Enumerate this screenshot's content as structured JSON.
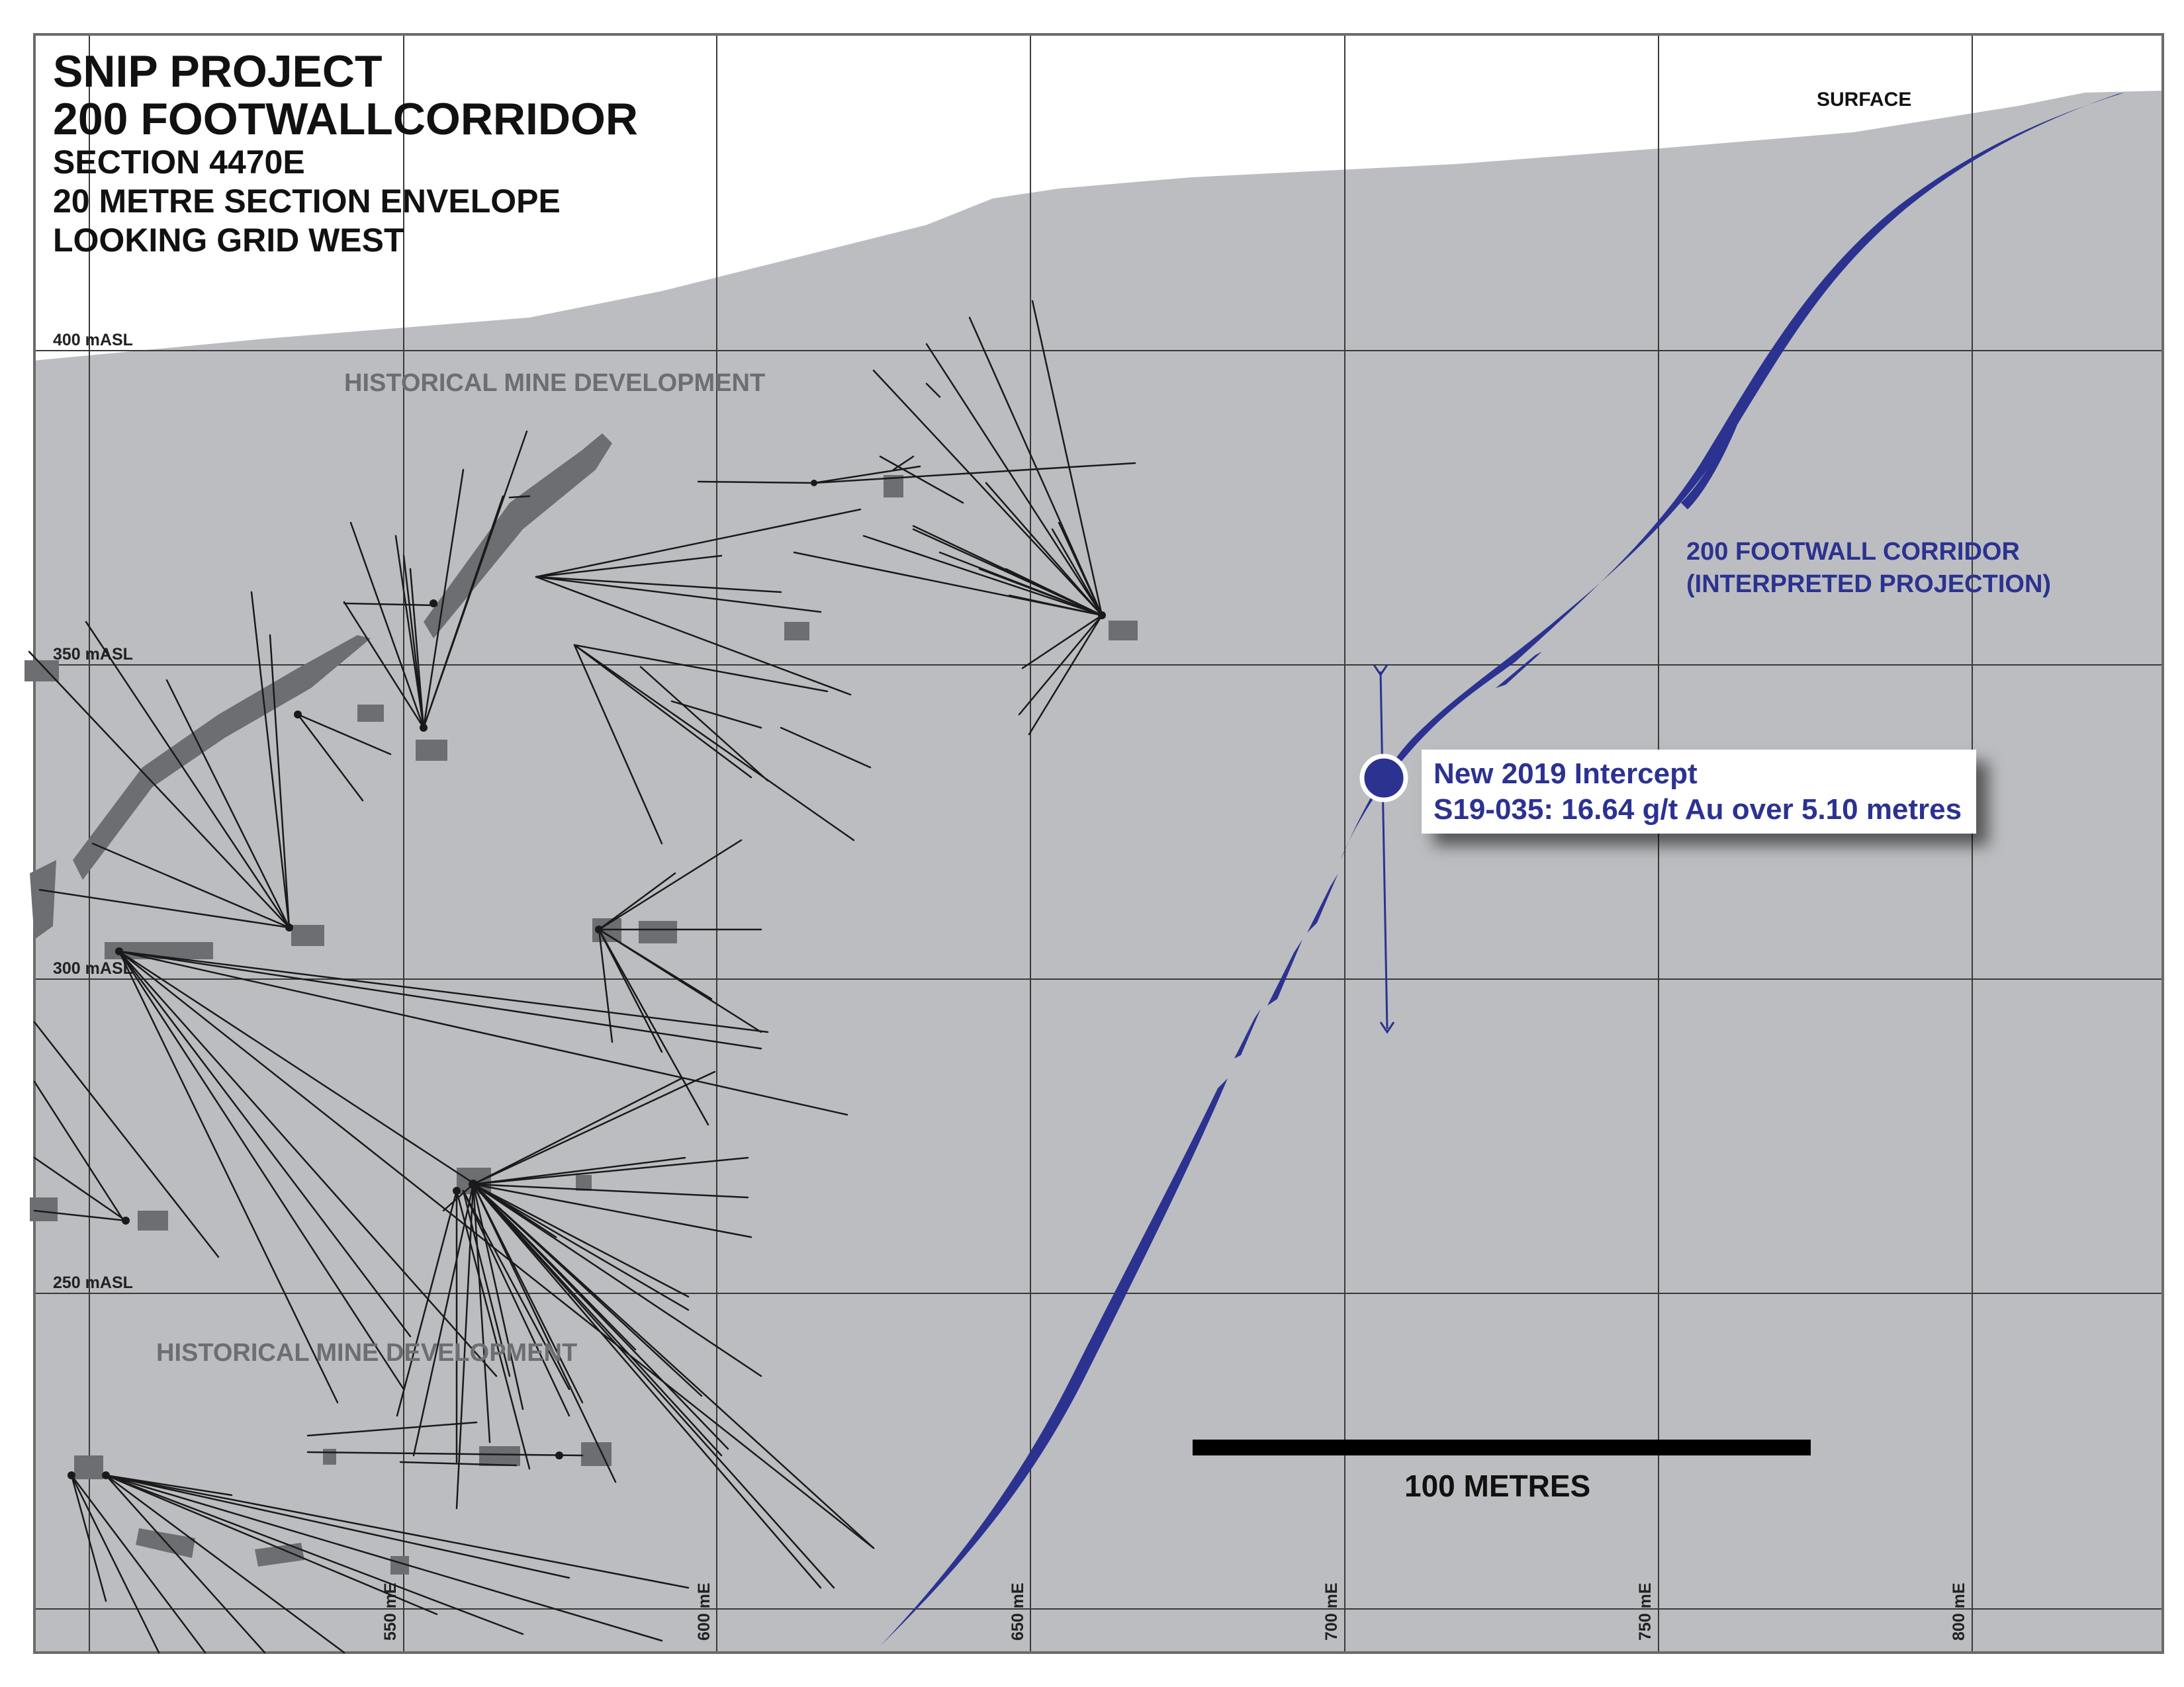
{
  "title": {
    "line1": "SNIP PROJECT",
    "line2": "200 FOOTWALLCORRIDOR",
    "line3": "SECTION 4470E",
    "line4": "20 METRE SECTION ENVELOPE",
    "line5": "LOOKING GRID WEST"
  },
  "labels": {
    "surface": "SURFACE",
    "historical_upper": "HISTORICAL MINE DEVELOPMENT",
    "historical_lower": "HISTORICAL MINE DEVELOPMENT",
    "corridor_line1": "200 FOOTWALL CORRIDOR",
    "corridor_line2": "(INTERPRETED PROJECTION)",
    "scale_bar": "100 METRES"
  },
  "elevation_labels": [
    "400 mASL",
    "350 mASL",
    "300 mASL",
    "250 mASL"
  ],
  "easting_labels": [
    "550 mE",
    "600 mE",
    "650 mE",
    "700 mE",
    "750 mE",
    "800 mE"
  ],
  "intercept": {
    "line1": "New 2019 Intercept",
    "line2": "S19-035: 16.64 g/t Au over 5.10 metres"
  },
  "colors": {
    "rock": "#bcbdc0",
    "corridor": "#2b3290",
    "workings": "#6d6e71",
    "grid": "#3a3a3a",
    "drillhole": "#1a1a1a"
  }
}
